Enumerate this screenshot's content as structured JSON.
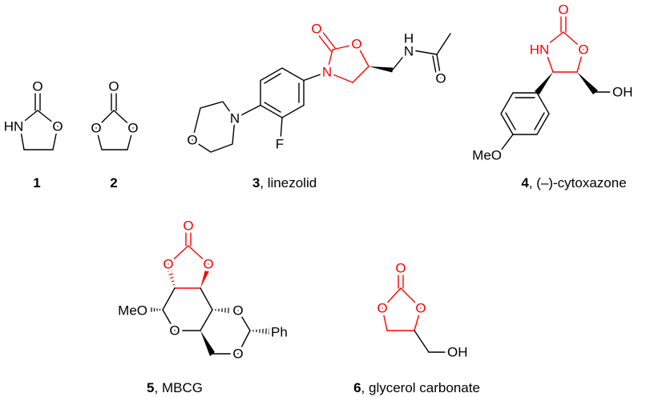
{
  "colors": {
    "highlight": "#ff0000",
    "bond": "#000000"
  },
  "compound1": {
    "number": "1",
    "atoms": {
      "o_exo": "O",
      "nh": "HN",
      "o_ring": "O"
    }
  },
  "compound2": {
    "number": "2",
    "atoms": {
      "o_exo": "O",
      "o_left": "O",
      "o_right": "O"
    }
  },
  "compound3": {
    "number": "3",
    "name": ", linezolid",
    "atoms": {
      "morph_o": "O",
      "morph_n": "N",
      "f": "F",
      "ox_n": "N",
      "ox_o_exo": "O",
      "ox_o_ring": "O",
      "amide_n": "N",
      "amide_h": "H",
      "amide_o": "O"
    }
  },
  "compound4": {
    "number": "4",
    "name": ", (–)-cytoxazone",
    "atoms": {
      "o_exo": "O",
      "nh": "HN",
      "o_ring": "O",
      "oh": "OH",
      "meo": "MeO"
    }
  },
  "compound5": {
    "number": "5",
    "name": ", MBCG",
    "atoms": {
      "o_exo": "O",
      "o_left": "O",
      "o_right": "O",
      "meo": "MeO",
      "o_pyran": "O",
      "o_acetal_top": "O",
      "o_acetal_bottom": "O",
      "ph": "Ph"
    }
  },
  "compound6": {
    "number": "6",
    "name": ", glycerol carbonate",
    "atoms": {
      "o_exo": "O",
      "o_left": "O",
      "o_right": "O",
      "oh": "OH"
    }
  }
}
